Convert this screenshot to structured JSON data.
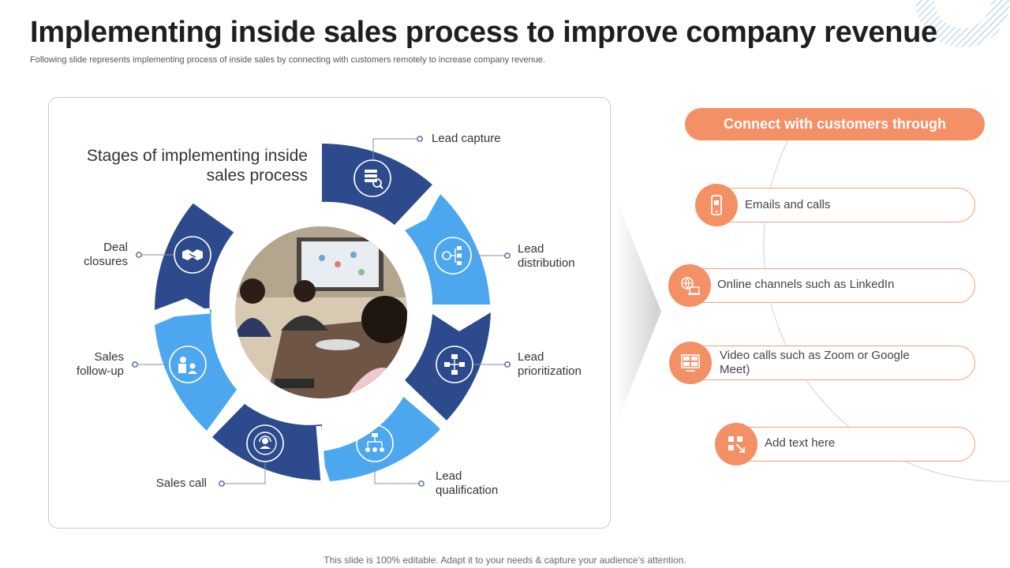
{
  "header": {
    "title": "Implementing inside sales process to improve company revenue",
    "subtitle": "Following slide represents implementing process of inside sales by connecting with customers remotely to increase company revenue."
  },
  "stages": {
    "title": "Stages of implementing inside sales process",
    "items": [
      {
        "label": "Lead capture",
        "icon": "database-search-icon",
        "color": "#2c4a8c"
      },
      {
        "label": "Lead distribution",
        "icon": "network-distribution-icon",
        "color": "#4da7ee"
      },
      {
        "label": "Lead prioritization",
        "icon": "flowchart-icon",
        "color": "#2c4a8c"
      },
      {
        "label": "Lead qualification",
        "icon": "hierarchy-icon",
        "color": "#4da7ee"
      },
      {
        "label": "Sales call",
        "icon": "headset-agent-icon",
        "color": "#2c4a8c"
      },
      {
        "label": "Sales follow-up",
        "icon": "team-followup-icon",
        "color": "#4da7ee"
      },
      {
        "label": "Deal closures",
        "icon": "handshake-icon",
        "color": "#2c4a8c"
      }
    ]
  },
  "connect": {
    "heading": "Connect with customers through",
    "channels": [
      {
        "label": "Emails and calls",
        "icon": "mobile-phone-icon"
      },
      {
        "label": "Online channels such as LinkedIn",
        "icon": "globe-laptop-icon"
      },
      {
        "label": "Video calls such as Zoom or Google Meet)",
        "icon": "video-conference-icon"
      },
      {
        "label": "Add text here",
        "icon": "tools-icon"
      }
    ]
  },
  "footer": {
    "text": "This slide is 100% editable. Adapt it to your needs & capture your audience’s attention."
  },
  "colors": {
    "dark_blue": "#2c4a8c",
    "light_blue": "#4da7ee",
    "accent_orange": "#f49065"
  }
}
